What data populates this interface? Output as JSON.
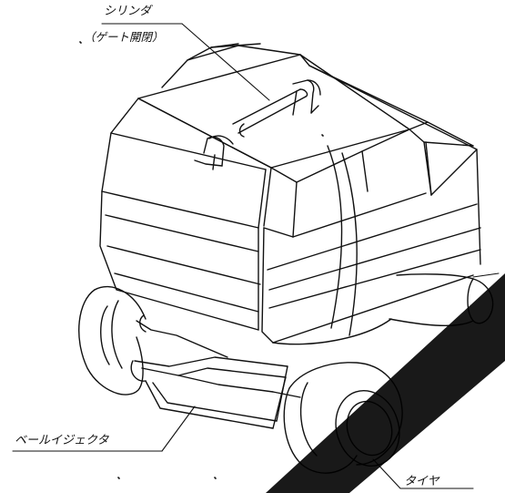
{
  "labels": {
    "cylinder": "シリンダ",
    "cylinder_note": "（ゲート開閉）",
    "bale_ejector": "ベールイジェクタ",
    "tire": "タイヤ"
  },
  "colors": {
    "line": "#111111",
    "background": "#ffffff",
    "watermark": "#000000"
  }
}
